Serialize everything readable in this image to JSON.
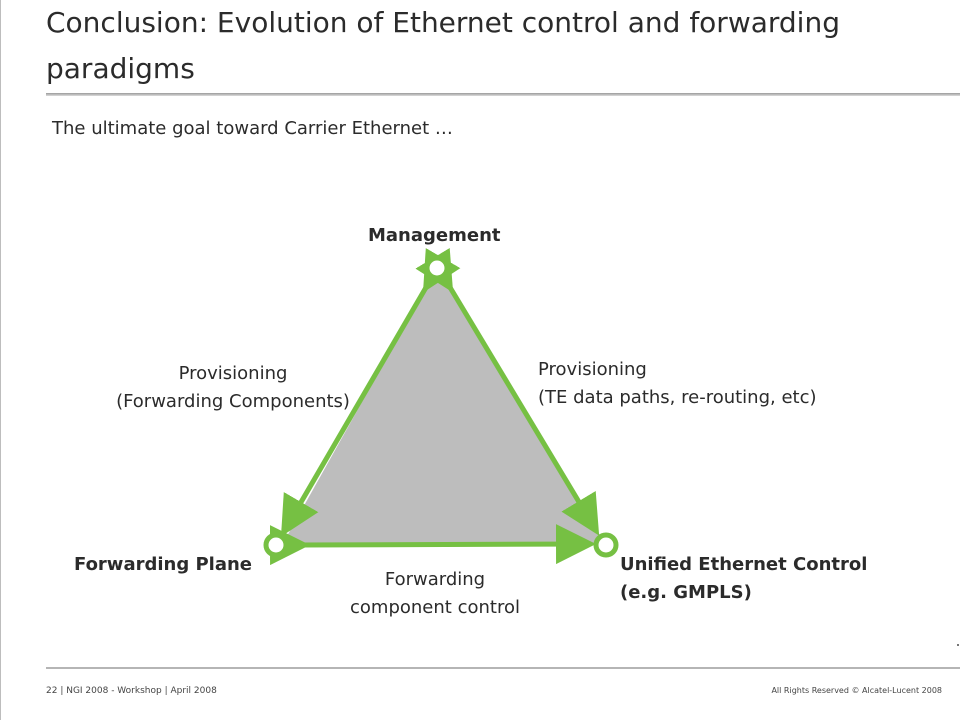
{
  "slide": {
    "title": "Conclusion: Evolution of Ethernet control and forwarding paradigms",
    "subtitle": "The ultimate goal toward Carrier Ethernet …"
  },
  "diagram": {
    "nodes": {
      "management": "Management",
      "forwarding_plane": "Forwarding Plane",
      "unified_control_line1": "Unified Ethernet Control",
      "unified_control_line2": "(e.g. GMPLS)"
    },
    "edges": {
      "left_line1": "Provisioning",
      "left_line2": "(Forwarding Components)",
      "right_line1": "Provisioning",
      "right_line2": "(TE data paths, re-routing, etc)",
      "bottom_line1": "Forwarding",
      "bottom_line2": "component control"
    },
    "colors": {
      "arrow": "#76c043",
      "triangle_fill": "#bdbdbd"
    }
  },
  "footer": {
    "left": "22 | NGI 2008 - Workshop | April 2008",
    "right": "All Rights Reserved © Alcatel-Lucent 2008"
  }
}
